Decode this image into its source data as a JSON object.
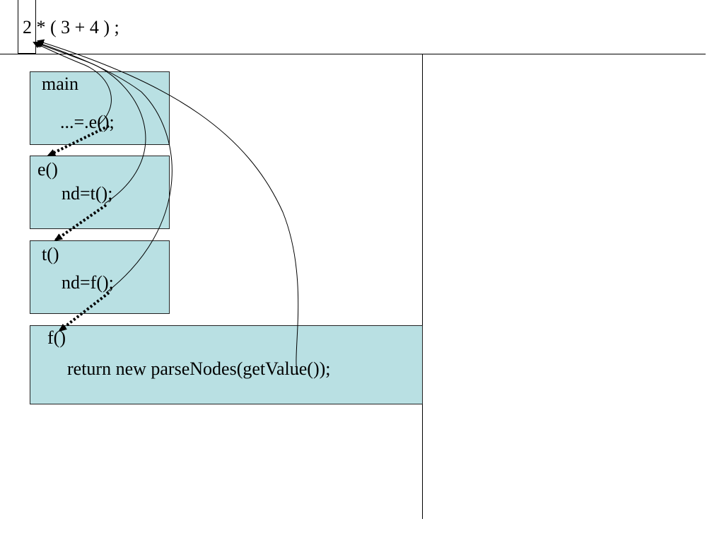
{
  "expression": {
    "text": "2 * ( 3 + 4 ) ;",
    "current_token": "2"
  },
  "frames": [
    {
      "id": "main",
      "name": "main",
      "statement": "...=.e();"
    },
    {
      "id": "e",
      "name": "e()",
      "statement": "nd=t();"
    },
    {
      "id": "t",
      "name": "t()",
      "statement": "nd=f();"
    },
    {
      "id": "f",
      "name": "f()",
      "statement": "return new parseNodes(getValue());"
    }
  ],
  "colors": {
    "frame_fill": "#b9e0e3",
    "line": "#000000"
  }
}
